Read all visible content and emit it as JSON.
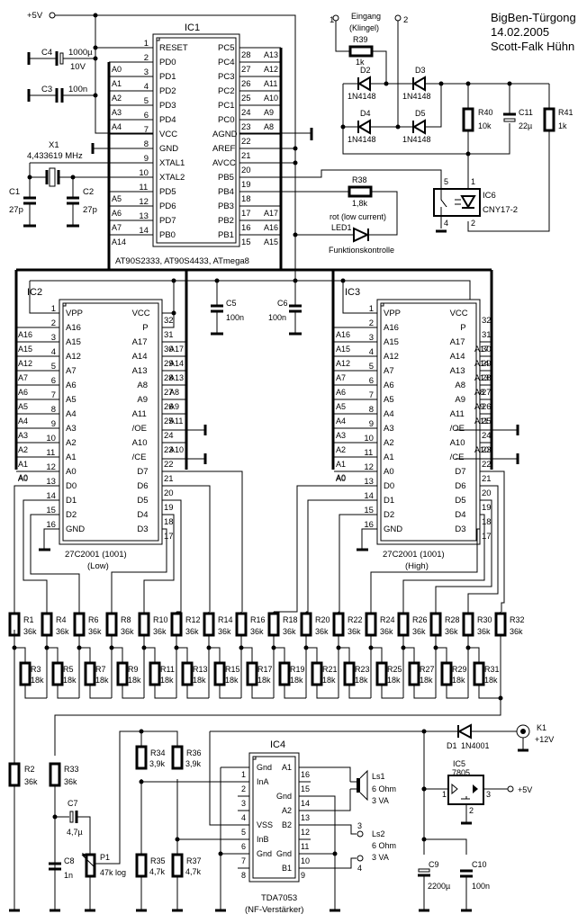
{
  "title_block": {
    "lines": [
      "BigBen-Türgong",
      "14.02.2005",
      "Scott-Falk Hühn"
    ]
  },
  "supply_label": "+5V",
  "ic1": {
    "ref": "IC1",
    "part": "AT90S2333, AT90S4433, ATmega8",
    "left_pins": [
      {
        "num": "1",
        "name": "RESET",
        "net": ""
      },
      {
        "num": "2",
        "name": "PD0",
        "net": "A0"
      },
      {
        "num": "3",
        "name": "PD1",
        "net": "A1"
      },
      {
        "num": "4",
        "name": "PD2",
        "net": "A2"
      },
      {
        "num": "5",
        "name": "PD3",
        "net": "A3"
      },
      {
        "num": "6",
        "name": "PD4",
        "net": "A4"
      },
      {
        "num": "7",
        "name": "VCC",
        "net": ""
      },
      {
        "num": "8",
        "name": "GND",
        "net": ""
      },
      {
        "num": "9",
        "name": "XTAL1",
        "net": ""
      },
      {
        "num": "10",
        "name": "XTAL2",
        "net": ""
      },
      {
        "num": "11",
        "name": "PD5",
        "net": "A5"
      },
      {
        "num": "12",
        "name": "PD6",
        "net": "A6"
      },
      {
        "num": "13",
        "name": "PD7",
        "net": "A7"
      },
      {
        "num": "14",
        "name": "PB0",
        "net": "A14"
      }
    ],
    "right_pins": [
      {
        "num": "28",
        "name": "PC5",
        "net": "A13"
      },
      {
        "num": "27",
        "name": "PC4",
        "net": "A12"
      },
      {
        "num": "26",
        "name": "PC3",
        "net": "A11"
      },
      {
        "num": "25",
        "name": "PC2",
        "net": "A10"
      },
      {
        "num": "24",
        "name": "PC1",
        "net": "A9"
      },
      {
        "num": "23",
        "name": "PC0",
        "net": "A8"
      },
      {
        "num": "22",
        "name": "AGND",
        "net": ""
      },
      {
        "num": "21",
        "name": "AREF",
        "net": ""
      },
      {
        "num": "20",
        "name": "AVCC",
        "net": ""
      },
      {
        "num": "19",
        "name": "PB5",
        "net": ""
      },
      {
        "num": "18",
        "name": "PB4",
        "net": ""
      },
      {
        "num": "17",
        "name": "PB3",
        "net": "A17"
      },
      {
        "num": "16",
        "name": "PB2",
        "net": "A16"
      },
      {
        "num": "15",
        "name": "PB1",
        "net": "A15"
      }
    ]
  },
  "eprom_left_pins": [
    {
      "num": "1",
      "name": "VPP"
    },
    {
      "num": "2",
      "name": "A16"
    },
    {
      "num": "3",
      "name": "A15"
    },
    {
      "num": "4",
      "name": "A12"
    },
    {
      "num": "5",
      "name": "A7"
    },
    {
      "num": "6",
      "name": "A6"
    },
    {
      "num": "7",
      "name": "A5"
    },
    {
      "num": "8",
      "name": "A4"
    },
    {
      "num": "9",
      "name": "A3"
    },
    {
      "num": "10",
      "name": "A2"
    },
    {
      "num": "11",
      "name": "A1"
    },
    {
      "num": "12",
      "name": "A0"
    },
    {
      "num": "13",
      "name": "D0"
    },
    {
      "num": "14",
      "name": "D1"
    },
    {
      "num": "15",
      "name": "D2"
    },
    {
      "num": "16",
      "name": "GND"
    }
  ],
  "eprom_right_pins": [
    {
      "num": "32",
      "name": "VCC"
    },
    {
      "num": "31",
      "name": "P"
    },
    {
      "num": "30",
      "name": "A17"
    },
    {
      "num": "29",
      "name": "A14"
    },
    {
      "num": "28",
      "name": "A13"
    },
    {
      "num": "27",
      "name": "A8"
    },
    {
      "num": "26",
      "name": "A9"
    },
    {
      "num": "25",
      "name": "A11"
    },
    {
      "num": "24",
      "name": "/OE"
    },
    {
      "num": "23",
      "name": "A10"
    },
    {
      "num": "22",
      "name": "/CE"
    },
    {
      "num": "21",
      "name": "D7"
    },
    {
      "num": "20",
      "name": "D6"
    },
    {
      "num": "19",
      "name": "D5"
    },
    {
      "num": "18",
      "name": "D4"
    },
    {
      "num": "17",
      "name": "D3"
    }
  ],
  "eprom_left_nets": [
    "",
    "A16",
    "A15",
    "A12",
    "A7",
    "A6",
    "A5",
    "A4",
    "A3",
    "A2",
    "A1",
    "A0",
    "",
    "",
    "",
    ""
  ],
  "eprom_right_nets": [
    "",
    "",
    "A17",
    "A14",
    "A13",
    "A8",
    "A9",
    "A11",
    "",
    "A10",
    "",
    "",
    "",
    "",
    "",
    ""
  ],
  "ic2": {
    "ref": "IC2",
    "part": "27C2001 (1001)",
    "sub": "(Low)"
  },
  "ic3": {
    "ref": "IC3",
    "part": "27C2001 (1001)",
    "sub": "(High)"
  },
  "ic4": {
    "ref": "IC4",
    "part": "TDA7053",
    "sub": "(NF-Verstärker)",
    "left_pins": [
      {
        "num": "1",
        "name": "Gnd"
      },
      {
        "num": "2",
        "name": "InA"
      },
      {
        "num": "3",
        "name": ""
      },
      {
        "num": "4",
        "name": ""
      },
      {
        "num": "5",
        "name": "VSS"
      },
      {
        "num": "6",
        "name": "InB"
      },
      {
        "num": "7",
        "name": "Gnd"
      },
      {
        "num": "8",
        "name": ""
      }
    ],
    "right_pins": [
      {
        "num": "16",
        "name": "A1"
      },
      {
        "num": "15",
        "name": ""
      },
      {
        "num": "14",
        "name": "Gnd"
      },
      {
        "num": "13",
        "name": "A2"
      },
      {
        "num": "12",
        "name": "B2"
      },
      {
        "num": "11",
        "name": ""
      },
      {
        "num": "10",
        "name": "Gnd"
      },
      {
        "num": "9",
        "name": "B1"
      }
    ]
  },
  "ic5": {
    "ref": "IC5",
    "part": "7805",
    "pin_in": "1",
    "pin_gnd": "2",
    "pin_out": "3",
    "out_label": "+5V"
  },
  "ic6": {
    "ref": "IC6",
    "part": "CNY17-2",
    "pins": [
      "5",
      "1",
      "4",
      "2"
    ]
  },
  "crystal": {
    "ref": "X1",
    "value": "4,433619 MHz"
  },
  "input": {
    "label": "Eingang",
    "sub": "(Klingel)",
    "term1": "1",
    "term2": "2"
  },
  "capacitors": {
    "C1": {
      "ref": "C1",
      "value": "27p"
    },
    "C2": {
      "ref": "C2",
      "value": "27p"
    },
    "C3": {
      "ref": "C3",
      "value": "100n"
    },
    "C4": {
      "ref": "C4",
      "value": "1000µ",
      "rating": "10V"
    },
    "C5": {
      "ref": "C5",
      "value": "100n"
    },
    "C6": {
      "ref": "C6",
      "value": "100n"
    },
    "C7": {
      "ref": "C7",
      "value": "4,7µ"
    },
    "C8": {
      "ref": "C8",
      "value": "1n"
    },
    "C9": {
      "ref": "C9",
      "value": "2200µ"
    },
    "C10": {
      "ref": "C10",
      "value": "100n"
    },
    "C11": {
      "ref": "C11",
      "value": "22µ"
    }
  },
  "diodes": {
    "D1": {
      "ref": "D1",
      "value": "1N4001"
    },
    "D2": {
      "ref": "D2",
      "value": "1N4148"
    },
    "D3": {
      "ref": "D3",
      "value": "1N4148"
    },
    "D4": {
      "ref": "D4",
      "value": "1N4148"
    },
    "D5": {
      "ref": "D5",
      "value": "1N4148"
    }
  },
  "led": {
    "ref": "LED1",
    "color_note": "rot (low current)",
    "function": "Funktionskontrolle"
  },
  "resistors_misc": {
    "R2": {
      "ref": "R2",
      "value": "36k"
    },
    "R33": {
      "ref": "R33",
      "value": "36k"
    },
    "R34": {
      "ref": "R34",
      "value": "3,9k"
    },
    "R35": {
      "ref": "R35",
      "value": "4,7k"
    },
    "R36": {
      "ref": "R36",
      "value": "3,9k"
    },
    "R37": {
      "ref": "R37",
      "value": "4,7k"
    },
    "R38": {
      "ref": "R38",
      "value": "1,8k"
    },
    "R39": {
      "ref": "R39",
      "value": "1k"
    },
    "R40": {
      "ref": "R40",
      "value": "10k"
    },
    "R41": {
      "ref": "R41",
      "value": "1k"
    }
  },
  "ladder_top": [
    {
      "ref": "R1",
      "value": "36k"
    },
    {
      "ref": "R4",
      "value": "36k"
    },
    {
      "ref": "R6",
      "value": "36k"
    },
    {
      "ref": "R8",
      "value": "36k"
    },
    {
      "ref": "R10",
      "value": "36k"
    },
    {
      "ref": "R12",
      "value": "36k"
    },
    {
      "ref": "R14",
      "value": "36k"
    },
    {
      "ref": "R16",
      "value": "36k"
    },
    {
      "ref": "R18",
      "value": "36k"
    },
    {
      "ref": "R20",
      "value": "36k"
    },
    {
      "ref": "R22",
      "value": "36k"
    },
    {
      "ref": "R24",
      "value": "36k"
    },
    {
      "ref": "R26",
      "value": "36k"
    },
    {
      "ref": "R28",
      "value": "36k"
    },
    {
      "ref": "R30",
      "value": "36k"
    },
    {
      "ref": "R32",
      "value": "36k"
    }
  ],
  "ladder_bottom": [
    {
      "ref": "R3",
      "value": "18k"
    },
    {
      "ref": "R5",
      "value": "18k"
    },
    {
      "ref": "R7",
      "value": "18k"
    },
    {
      "ref": "R9",
      "value": "18k"
    },
    {
      "ref": "R11",
      "value": "18k"
    },
    {
      "ref": "R13",
      "value": "18k"
    },
    {
      "ref": "R15",
      "value": "18k"
    },
    {
      "ref": "R17",
      "value": "18k"
    },
    {
      "ref": "R19",
      "value": "18k"
    },
    {
      "ref": "R21",
      "value": "18k"
    },
    {
      "ref": "R23",
      "value": "18k"
    },
    {
      "ref": "R25",
      "value": "18k"
    },
    {
      "ref": "R27",
      "value": "18k"
    },
    {
      "ref": "R29",
      "value": "18k"
    },
    {
      "ref": "R31",
      "value": "18k"
    }
  ],
  "pot": {
    "ref": "P1",
    "value": "47k log"
  },
  "speakers": {
    "ls1": {
      "ref": "Ls1",
      "imp": "6 Ohm",
      "power": "3 VA"
    },
    "ls2": {
      "ref": "Ls2",
      "imp": "6 Ohm",
      "power": "3 VA",
      "term_a": "3",
      "term_b": "4"
    }
  },
  "power_in": {
    "ref": "K1",
    "value": "+12V"
  }
}
